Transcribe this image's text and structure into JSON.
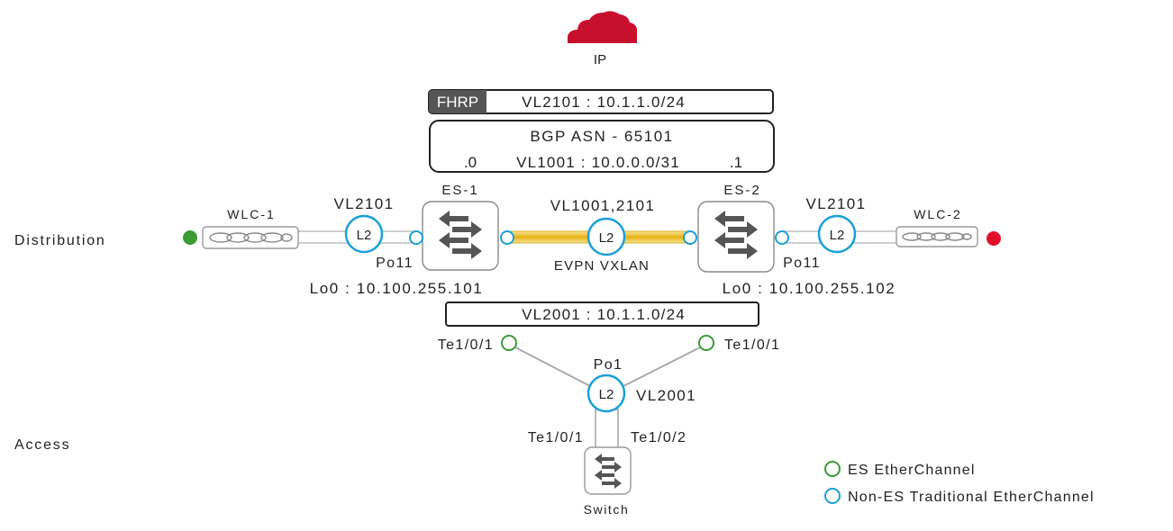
{
  "cloud": {
    "label": "IP",
    "color": "#c8102e"
  },
  "fhrp_box": {
    "tag": "FHRP",
    "text": "VL2101 : 10.1.1.0/24"
  },
  "bgp_box": {
    "line1": "BGP ASN - 65101",
    "left_addr": ".0",
    "vlan_text": "VL1001 : 10.0.0.0/31",
    "right_addr": ".1"
  },
  "layers": {
    "distribution": "Distribution",
    "access": "Access"
  },
  "wlc1": {
    "name": "WLC-1",
    "status_color": "#3a9c35"
  },
  "wlc2": {
    "name": "WLC-2",
    "status_color": "#e0102b"
  },
  "es1": {
    "name": "ES-1",
    "lo0": "Lo0 : 10.100.255.101"
  },
  "es2": {
    "name": "ES-2",
    "lo0": "Lo0 : 10.100.255.102"
  },
  "left_link": {
    "vlan": "VL2101",
    "badge": "L2",
    "port": "Po11"
  },
  "right_link": {
    "vlan": "VL2101",
    "badge": "L2",
    "port": "Po11"
  },
  "core_link": {
    "vlan": "VL1001,2101",
    "badge": "L2",
    "caption": "EVPN VXLAN"
  },
  "access_vlan_box": {
    "text": "VL2001 : 10.1.1.0/24"
  },
  "access_uplinks": {
    "left_port": "Te1/0/1",
    "right_port": "Te1/0/1",
    "po": "Po1",
    "badge": "L2",
    "vlan": "VL2001"
  },
  "switch": {
    "left_port": "Te1/0/1",
    "right_port": "Te1/0/2",
    "label": "Switch"
  },
  "legend": [
    {
      "label": "ES EtherChannel",
      "color": "#3a9c35"
    },
    {
      "label": "Non-ES Traditional EtherChannel",
      "color": "#1ba0d7"
    }
  ],
  "colors": {
    "es_green": "#3a9c35",
    "non_es_blue": "#1ba0d7",
    "vxlan_gold": "#f2c418",
    "fhrp_tag_bg": "#555555"
  }
}
